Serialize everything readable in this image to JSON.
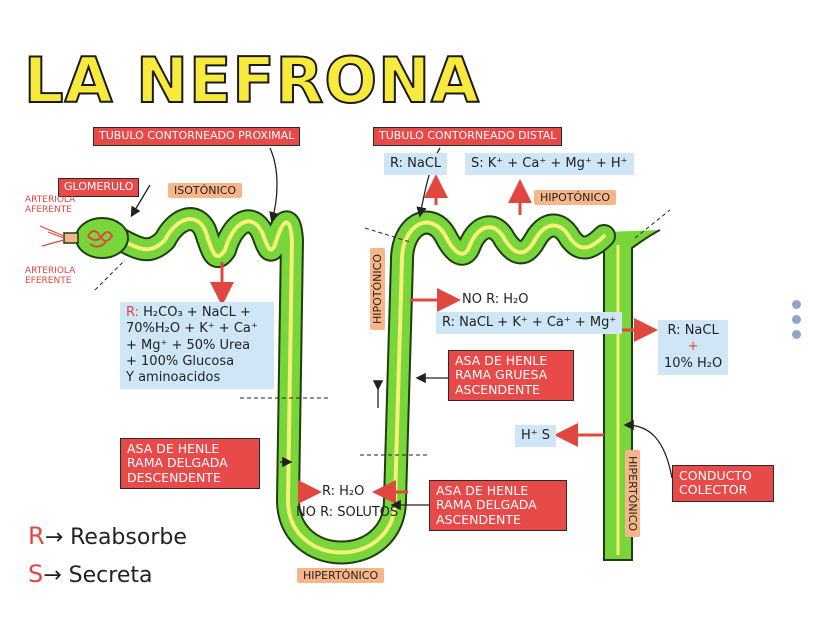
{
  "title": "LA NEFRONA",
  "labels": {
    "proximal": "TUBULO CONTORNEADO PROXIMAL",
    "distal": "TUBULO CONTORNEADO DISTAL",
    "glomerulo": "GLOMERULO",
    "arteriola_aferente": "ARTERIOLA AFERENTE",
    "arteriola_eferente": "ARTERIOLA EFERENTE",
    "asa_descendente": "ASA DE HENLE RAMA DELGADA DESCENDENTE",
    "asa_delgada_ascendente": "ASA DE HENLE RAMA DELGADA ASCENDENTE",
    "asa_gruesa_ascendente": "ASA DE HENLE RAMA GRUESA ASCENDENTE",
    "conducto_colector": "CONDUCTO COLECTOR"
  },
  "tonicity": {
    "isotonico": "ISOTÓNICO",
    "hipotonico_distal": "HIPOTÓNICO",
    "hipotonico_vertical": "HIPOTÓNICO",
    "hipertonico_bottom": "HIPERTÓNICO",
    "hipertonico_vertical": "HIPERTÓNICO"
  },
  "proximal_reabsorb": {
    "lead": "R:",
    "line1": "H₂CO₃ + NaCL +",
    "line2": "70%H₂O + K⁺ + Ca⁺",
    "line3": "+ Mg⁺ + 50% Urea",
    "line4": "+ 100% Glucosa",
    "line5": "Y aminoacidos"
  },
  "distal_top": {
    "reabsorb": "R: NaCL",
    "secrete": "S: K⁺ + Ca⁺ + Mg⁺ + H⁺"
  },
  "gruesa_notes": {
    "line1": "NO R: H₂O",
    "line2": "R: NaCL + K⁺ + Ca⁺ + Mg⁺"
  },
  "delgada_notes": {
    "line1": "R: H₂O",
    "line2": "NO R: SOLUTOS"
  },
  "collector_notes": {
    "reabsorb_line1": "R: NaCL",
    "reabsorb_line2": "+",
    "reabsorb_line3": "10% H₂O",
    "secrete": "H⁺ S"
  },
  "legend": {
    "r_key": "R",
    "r_text": "→ Reabsorbe",
    "s_key": "S",
    "s_text": "→ Secreta"
  },
  "colors": {
    "tubule": "#78d63a",
    "tubule_outline": "#1f3d12",
    "lumen": "#f4f07a",
    "label_red": "#e84a4a",
    "orange_tag": "#f7b68a",
    "blue_box": "#cfe6f6",
    "title_yellow": "#f7ea3d"
  }
}
